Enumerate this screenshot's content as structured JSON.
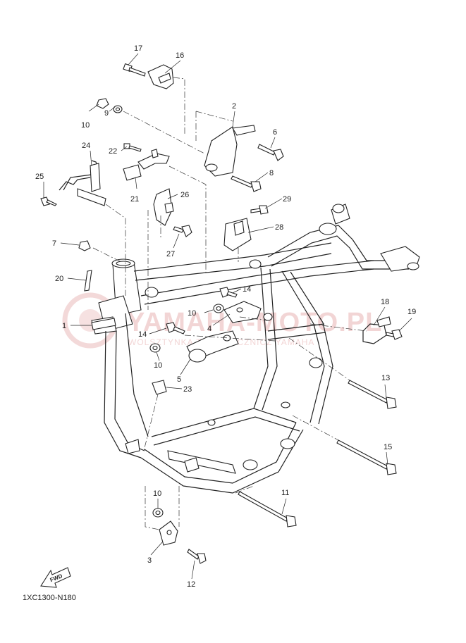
{
  "diagram": {
    "code": "1XC1300-N180",
    "fwd_label": "FWD",
    "watermark": {
      "main": "YAMAHA-MOTO.PL",
      "sub": "WOLSZTYNKA TRZYCIECZNICZ YAMAHA"
    },
    "callouts": [
      {
        "id": "c1",
        "text": "1"
      },
      {
        "id": "c2",
        "text": "2"
      },
      {
        "id": "c3",
        "text": "3"
      },
      {
        "id": "c4",
        "text": "4"
      },
      {
        "id": "c5",
        "text": "5"
      },
      {
        "id": "c6",
        "text": "6"
      },
      {
        "id": "c7",
        "text": "7"
      },
      {
        "id": "c8",
        "text": "8"
      },
      {
        "id": "c9",
        "text": "9"
      },
      {
        "id": "c10a",
        "text": "10"
      },
      {
        "id": "c10b",
        "text": "10"
      },
      {
        "id": "c10c",
        "text": "10"
      },
      {
        "id": "c10d",
        "text": "10"
      },
      {
        "id": "c11",
        "text": "11"
      },
      {
        "id": "c12",
        "text": "12"
      },
      {
        "id": "c13",
        "text": "13"
      },
      {
        "id": "c14a",
        "text": "14"
      },
      {
        "id": "c14b",
        "text": "14"
      },
      {
        "id": "c15",
        "text": "15"
      },
      {
        "id": "c16",
        "text": "16"
      },
      {
        "id": "c17",
        "text": "17"
      },
      {
        "id": "c18",
        "text": "18"
      },
      {
        "id": "c19",
        "text": "19"
      },
      {
        "id": "c20",
        "text": "20"
      },
      {
        "id": "c21",
        "text": "21"
      },
      {
        "id": "c22",
        "text": "22"
      },
      {
        "id": "c23",
        "text": "23"
      },
      {
        "id": "c24",
        "text": "24"
      },
      {
        "id": "c25",
        "text": "25"
      },
      {
        "id": "c26",
        "text": "26"
      },
      {
        "id": "c27",
        "text": "27"
      },
      {
        "id": "c28",
        "text": "28"
      },
      {
        "id": "c29",
        "text": "29"
      }
    ]
  }
}
